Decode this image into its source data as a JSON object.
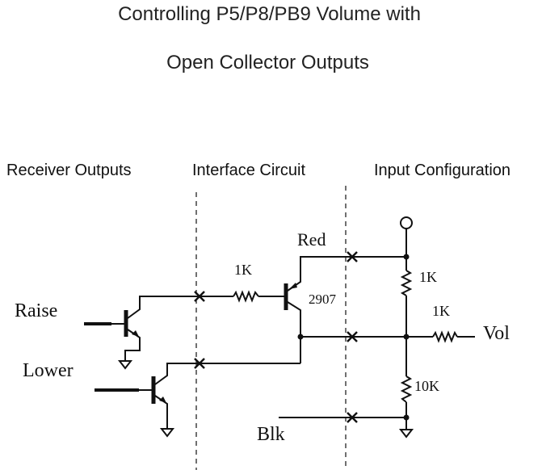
{
  "title": {
    "line1": "Controlling P5/P8/PB9 Volume with",
    "line2": "Open Collector Outputs"
  },
  "sections": [
    {
      "label": "Receiver Outputs"
    },
    {
      "label": "Interface Circuit"
    },
    {
      "label": "Input Configuration"
    }
  ],
  "labels": {
    "raise": "Raise",
    "lower": "Lower",
    "red": "Red",
    "blk": "Blk",
    "vol": "Vol",
    "transistor_part": "2907",
    "r_base": "1K",
    "r_top": "1K",
    "r_vol": "1K",
    "r_bottom": "10K"
  },
  "components": {
    "receiver_transistors": [
      "raise-npn",
      "lower-npn"
    ],
    "interface": [
      "base-resistor-1k",
      "pnp-transistor-2907"
    ],
    "input_config": [
      "supply-terminal",
      "resistor-1k-top",
      "resistor-1k-vol",
      "resistor-10k-bottom",
      "ground"
    ]
  },
  "colors": {
    "line": "#111111",
    "text": "#111111"
  }
}
